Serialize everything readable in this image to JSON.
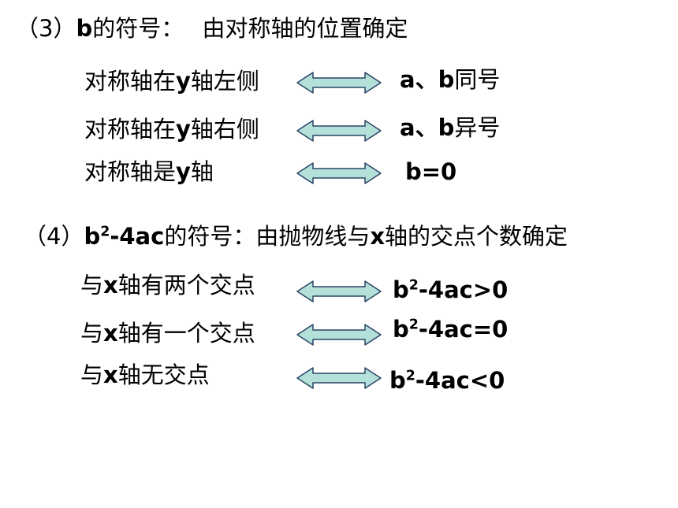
{
  "section3": {
    "label": "（3）",
    "var": "b",
    "suffix": "的符号：",
    "desc": "由对称轴的位置确定",
    "rows": [
      {
        "left_pre": "对称轴在",
        "left_var": "y",
        "left_post": "轴左侧",
        "right": "a、b",
        "right_post": "同号"
      },
      {
        "left_pre": "对称轴在",
        "left_var": "y",
        "left_post": "轴右侧",
        "right": "a、b",
        "right_post": "异号"
      },
      {
        "left_pre": "对称轴是",
        "left_var": "y",
        "left_post": "轴",
        "right": "b=0",
        "right_post": ""
      }
    ]
  },
  "section4": {
    "label": "（4）",
    "var_base": "b",
    "var_exp": "2",
    "var_rest": "-4ac",
    "suffix": "的符号：由抛物线与",
    "axis": "x",
    "desc": "轴的交点个数确定",
    "rows": [
      {
        "left_pre": "与",
        "left_var": "x",
        "left_post": "轴有两个交点",
        "base": "b",
        "exp": "2",
        "rest": "-4ac>0"
      },
      {
        "left_pre": "与",
        "left_var": "x",
        "left_post": "轴有一个交点",
        "base": "b",
        "exp": "2",
        "rest": "-4ac=0"
      },
      {
        "left_pre": "与",
        "left_var": "x",
        "left_post": "轴无交点",
        "base": "b",
        "exp": "2",
        "rest": "-4ac<0"
      }
    ]
  },
  "colors": {
    "arrow_fill": "#b4e0da",
    "arrow_stroke": "#2a4466"
  }
}
